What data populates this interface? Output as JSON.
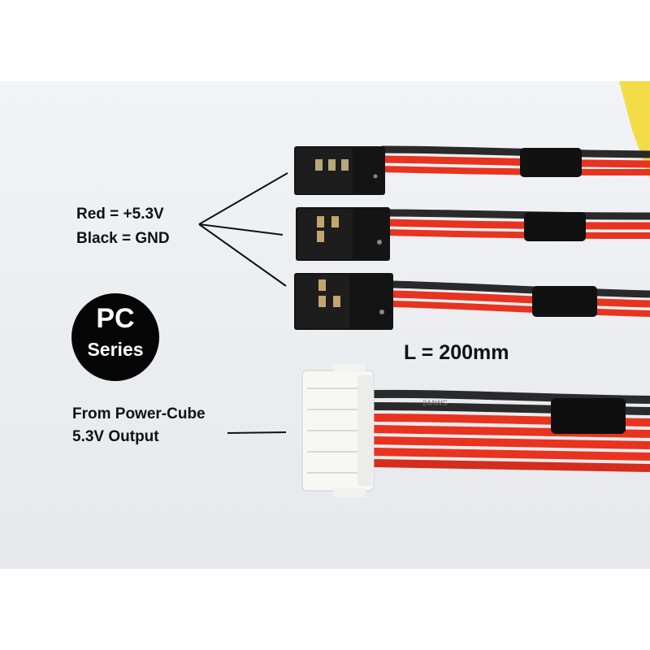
{
  "legend": {
    "red_label": "Red = +5.3V",
    "black_label": "Black = GND"
  },
  "badge": {
    "line1": "PC",
    "line2": "Series"
  },
  "length_label": "L = 200mm",
  "source": {
    "line1": "From Power-Cube",
    "line2": "5.3V Output"
  },
  "wire_print": "24AWG",
  "colors": {
    "wire_red": "#e8331f",
    "wire_black": "#2a2a2a",
    "connector_black": "#141414",
    "connector_white": "#f7f7f4",
    "tape_yellow": "#f5df4a"
  }
}
